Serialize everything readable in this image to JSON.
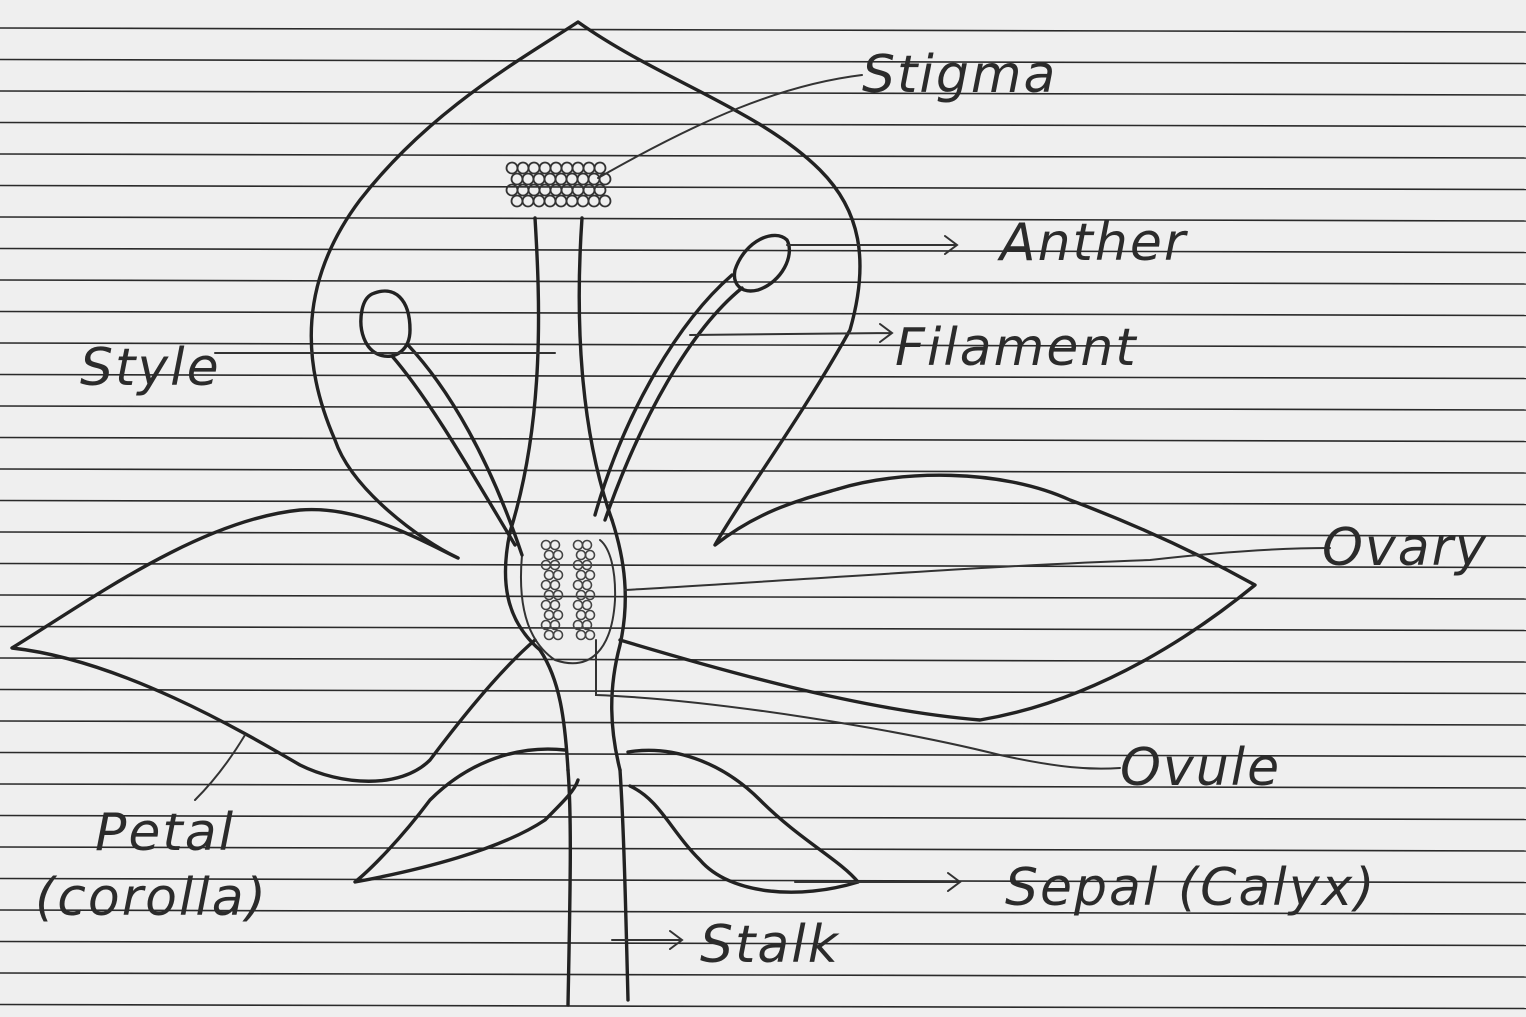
{
  "labels": {
    "stigma": "Stigma",
    "anther": "Anther",
    "filament": "Filament",
    "style": "Style",
    "ovary": "Ovary",
    "ovule": "Ovule",
    "petal": "Petal",
    "corolla": "(corolla)",
    "sepal": "Sepal (Calyx)",
    "stalk": "Stalk"
  },
  "colors": {
    "paper": "#efefef",
    "ink": "#222222",
    "rule": "#2a2a2a"
  }
}
